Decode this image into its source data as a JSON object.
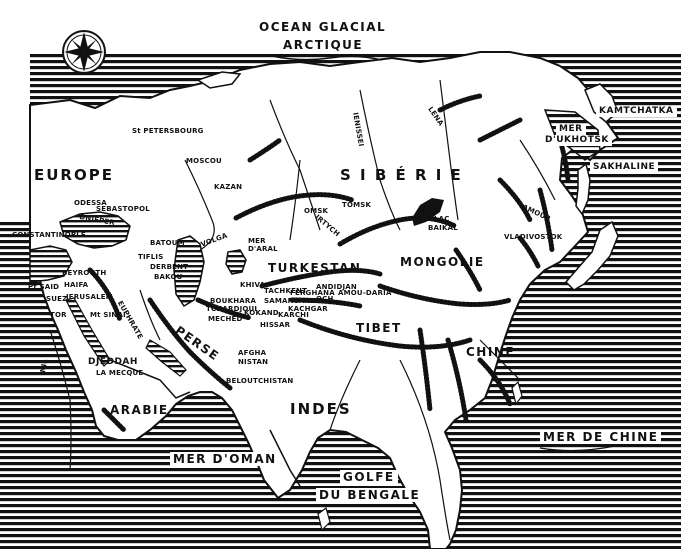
{
  "colors": {
    "ink": "#111111",
    "paper": "#ffffff"
  },
  "icons": {
    "compass": "compass-rose-icon"
  },
  "oceans": {
    "arctic_line1": "OCEAN GLACIAL",
    "arctic_line2": "ARCTIQUE",
    "oman": "MER D'OMAN",
    "bengal_line1": "GOLFE",
    "bengal_line2": "DU BENGALE",
    "china_sea": "MER DE CHINE",
    "okhotsk_line1": "MER",
    "okhotsk_line2": "D'UKHOTSK"
  },
  "regions": {
    "europe": "EUROPE",
    "siberie": "S I B É R I E",
    "mongolie": "MONGOLIE",
    "turkestan": "TURKESTAN",
    "tibet": "TIBET",
    "chine": "CHINE",
    "indes": "INDES",
    "perse": "PERSE",
    "arabie": "ARABIE",
    "kamtchatka": "KAMTCHATKA",
    "sakhaline": "SAKHALINE",
    "afghanistan_line1": "AFGHA",
    "afghanistan_line2": "NISTAN",
    "beloutchistan": "BELOUTCHISTAN",
    "fergana": "FERGHANA",
    "mer_aral_line1": "MER",
    "mer_aral_line2": "D'ARAL",
    "lac_baikal_line1": "LAC",
    "lac_baikal_line2": "BAIKAL"
  },
  "cities": {
    "st_petersbourg": "St PETERSBOURG",
    "moscou": "MOSCOU",
    "kazan": "KAZAN",
    "odessa": "ODESSA",
    "sebastopol": "SEBASTOPOL",
    "constantinople": "CONSTANTINOPLE",
    "batoum": "BATOUM",
    "tiflis": "TIFLIS",
    "derbent": "DERBENT",
    "bakou": "BAKOU",
    "beyrouth": "BEYROUTH",
    "haifa": "HAIFA",
    "jerusalem": "JERUSALEM",
    "port_said": "Pt SAID",
    "suez": "SUEZ",
    "tor": "TOR",
    "mt_sinai": "Mt SINAI",
    "djeddah": "DJEDDAH",
    "la_mecque": "LA MECQUE",
    "khiva": "KHIVA",
    "tachkent": "TACHKENT",
    "samarkande": "SAMARCANDE",
    "boukhara": "BOUKHARA",
    "tcharjoui": "TCHARDJOUI",
    "mechhed": "MECHED",
    "kokand": "KOKAND",
    "andijan": "ANDIDJAN",
    "och": "OCH",
    "kachgar": "KACHGAR",
    "karchi": "KARCHI",
    "hissar": "HISSAR",
    "tomsk": "TOMSK",
    "omsk": "OMSK",
    "vladivostok": "VLADIVOSTOK",
    "ou_daria": "AMOU-DARIA"
  },
  "rivers": {
    "volga": "VOLGA",
    "ienissei": "IENISSEI",
    "lena": "LENA",
    "amour": "AMOUR",
    "irtych": "IRTYCH",
    "nil": "NIL",
    "euphrate": "EUPHRATE",
    "dnieper": "DNIEPER"
  }
}
